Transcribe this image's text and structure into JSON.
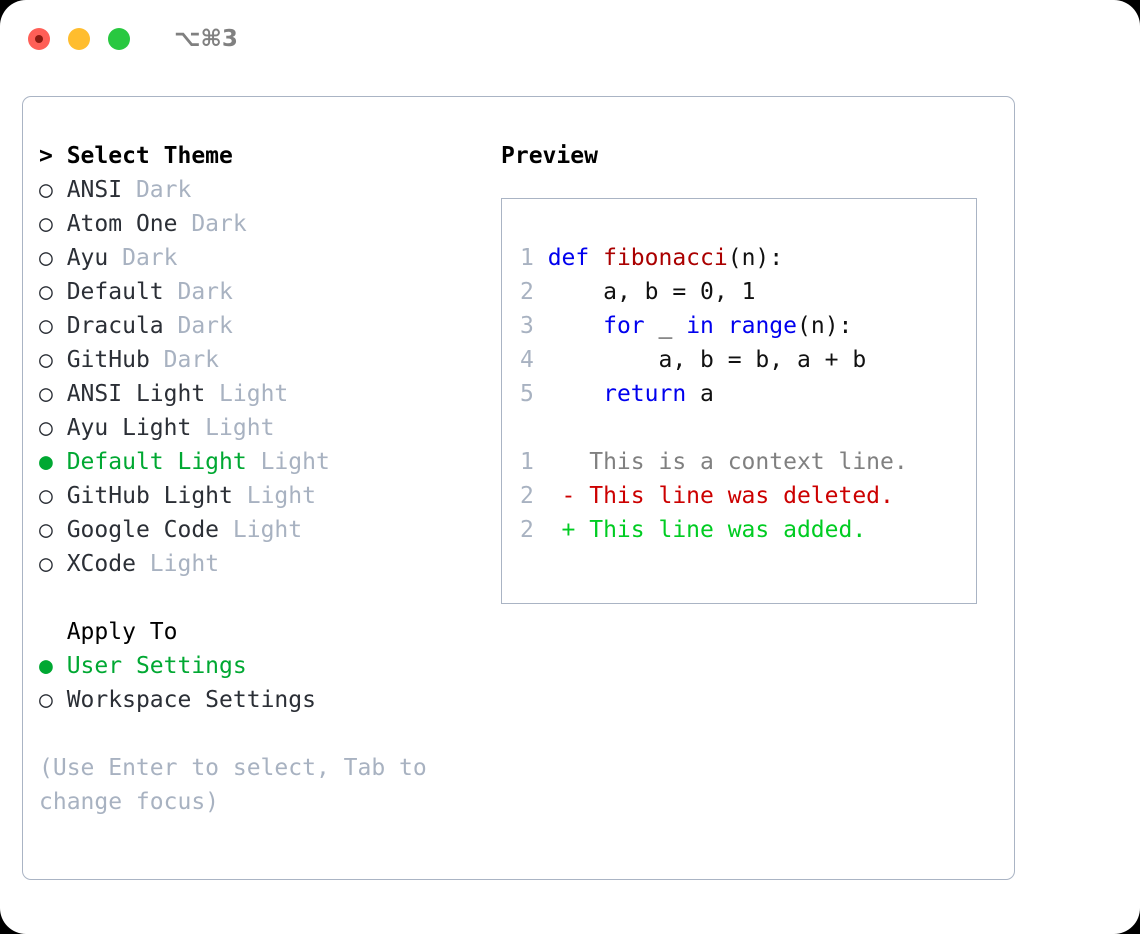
{
  "titlebar": {
    "shortcut": "⌥⌘3",
    "lights": [
      {
        "name": "close",
        "color": "#ff5f57"
      },
      {
        "name": "minimize",
        "color": "#ffbd2e"
      },
      {
        "name": "maximize",
        "color": "#28c840"
      }
    ]
  },
  "theme_section": {
    "header": "> Select Theme",
    "items": [
      {
        "marker": "○",
        "label": "ANSI",
        "tag": "Dark",
        "selected": false
      },
      {
        "marker": "○",
        "label": "Atom One",
        "tag": "Dark",
        "selected": false
      },
      {
        "marker": "○",
        "label": "Ayu",
        "tag": "Dark",
        "selected": false
      },
      {
        "marker": "○",
        "label": "Default",
        "tag": "Dark",
        "selected": false
      },
      {
        "marker": "○",
        "label": "Dracula",
        "tag": "Dark",
        "selected": false
      },
      {
        "marker": "○",
        "label": "GitHub",
        "tag": "Dark",
        "selected": false
      },
      {
        "marker": "○",
        "label": "ANSI Light",
        "tag": "Light",
        "selected": false
      },
      {
        "marker": "○",
        "label": "Ayu Light",
        "tag": "Light",
        "selected": false
      },
      {
        "marker": "●",
        "label": "Default Light",
        "tag": "Light",
        "selected": true
      },
      {
        "marker": "○",
        "label": "GitHub Light",
        "tag": "Light",
        "selected": false
      },
      {
        "marker": "○",
        "label": "Google Code",
        "tag": "Light",
        "selected": false
      },
      {
        "marker": "○",
        "label": "XCode",
        "tag": "Light",
        "selected": false
      }
    ]
  },
  "apply_section": {
    "header": "  Apply To",
    "items": [
      {
        "marker": "●",
        "label": "User Settings",
        "selected": true
      },
      {
        "marker": "○",
        "label": "Workspace Settings",
        "selected": false
      }
    ]
  },
  "help": "(Use Enter to select, Tab to change focus)",
  "preview": {
    "title": "Preview",
    "code_lines": [
      {
        "no": "1",
        "tokens": [
          {
            "t": "def ",
            "c": "kw"
          },
          {
            "t": "fibonacci",
            "c": "fn"
          },
          {
            "t": "(n):",
            "c": "plain"
          }
        ]
      },
      {
        "no": "2",
        "tokens": [
          {
            "t": "    a, b = 0, 1",
            "c": "plain"
          }
        ]
      },
      {
        "no": "3",
        "tokens": [
          {
            "t": "    ",
            "c": "plain"
          },
          {
            "t": "for",
            "c": "kw"
          },
          {
            "t": " _ ",
            "c": "plain"
          },
          {
            "t": "in",
            "c": "kw"
          },
          {
            "t": " ",
            "c": "plain"
          },
          {
            "t": "range",
            "c": "kw"
          },
          {
            "t": "(n):",
            "c": "plain"
          }
        ]
      },
      {
        "no": "4",
        "tokens": [
          {
            "t": "        a, b = b, a + b",
            "c": "plain"
          }
        ]
      },
      {
        "no": "5",
        "tokens": [
          {
            "t": "    ",
            "c": "plain"
          },
          {
            "t": "return",
            "c": "kw"
          },
          {
            "t": " a",
            "c": "plain"
          }
        ]
      }
    ],
    "diff_lines": [
      {
        "no": "1",
        "text": "  This is a context line.",
        "c": "context"
      },
      {
        "no": "2",
        "text": "- This line was deleted.",
        "c": "del"
      },
      {
        "no": "2",
        "text": "+ This line was added.",
        "c": "add"
      }
    ]
  },
  "colors": {
    "accent_green": "#00a832",
    "muted_gray": "#a8b2c1",
    "border": "#aab4c4",
    "keyword_blue": "#0000ee",
    "function_red": "#aa0000",
    "diff_del_red": "#cc0000",
    "diff_add_green": "#00cc22"
  }
}
